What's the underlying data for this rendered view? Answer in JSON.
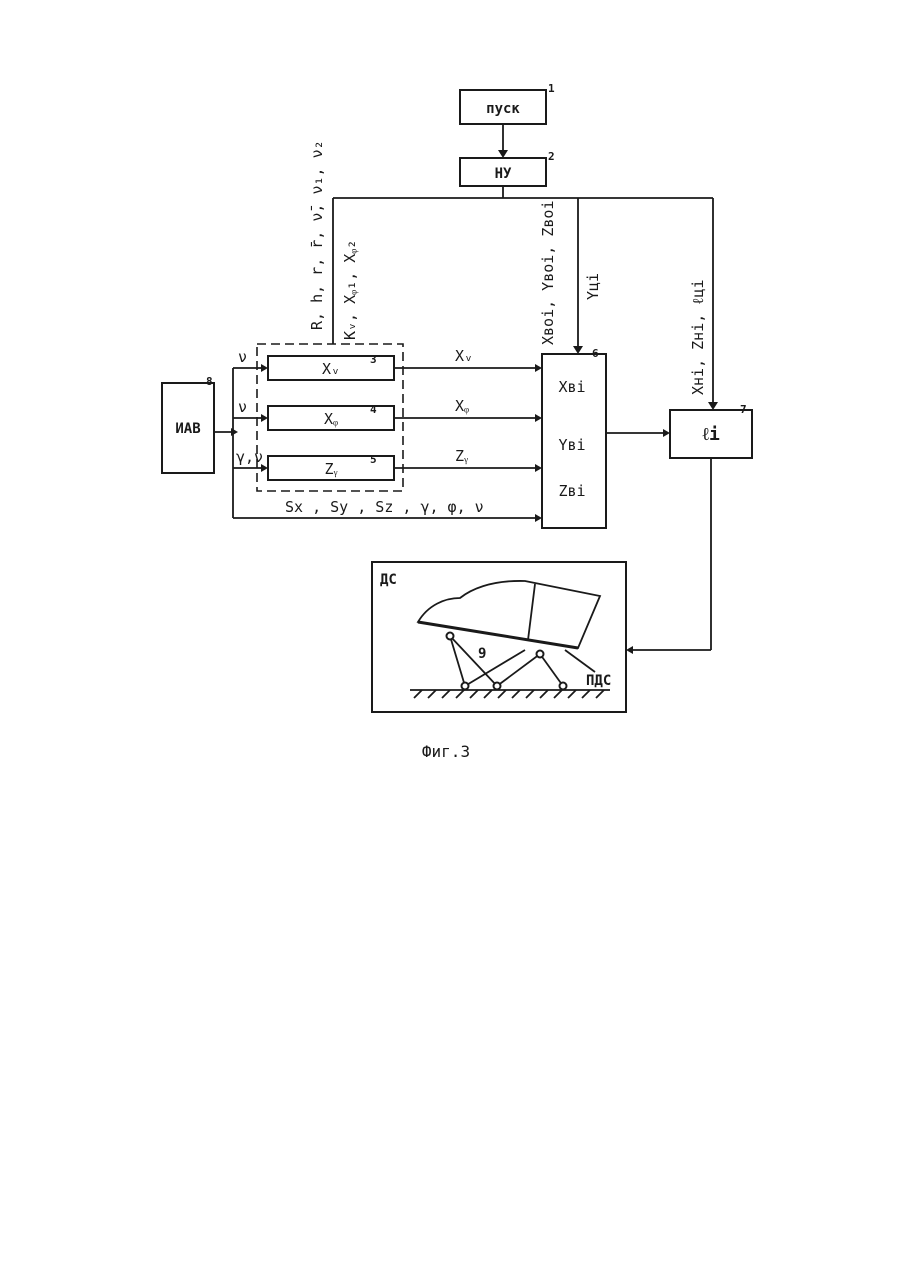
{
  "blocks": {
    "start": {
      "label": "пуск",
      "number": "1"
    },
    "initial": {
      "label": "НУ",
      "number": "2"
    },
    "xv": {
      "label": "Xᵥ",
      "number": "3"
    },
    "xphi": {
      "label": "Xᵩ",
      "number": "4"
    },
    "zgamma": {
      "label": "Zᵧ",
      "number": "5"
    },
    "compute": {
      "number": "6",
      "lines": [
        "Xвi",
        "Yвi",
        "Zвi"
      ]
    },
    "length": {
      "label": "ℓi",
      "number": "7"
    },
    "sensor": {
      "label": "ИАВ",
      "number": "8"
    },
    "stand": {
      "label": "ДС",
      "platform_label": "ПДС",
      "actuator_number": "9"
    }
  },
  "signals": {
    "params_a": "R, h, r, r̄, ν̄, ν₁, ν₂",
    "params_b": "Kᵥ, Xᵩ₁, Xᵩ₂",
    "init_a": "Xвoi, Yвoi, Zвoi",
    "init_b": "Yцi",
    "init_c": "Xнi, Zнi, ℓцi",
    "out_xv": "Xᵥ",
    "out_xphi": "Xᵩ",
    "out_zg": "Zᵧ",
    "in_xv": "ν",
    "in_xphi": "ν",
    "in_zg": "γ,ν",
    "bus": "Sx , Sy , Sz , γ, φ, ν"
  },
  "caption": "Фиг.3"
}
